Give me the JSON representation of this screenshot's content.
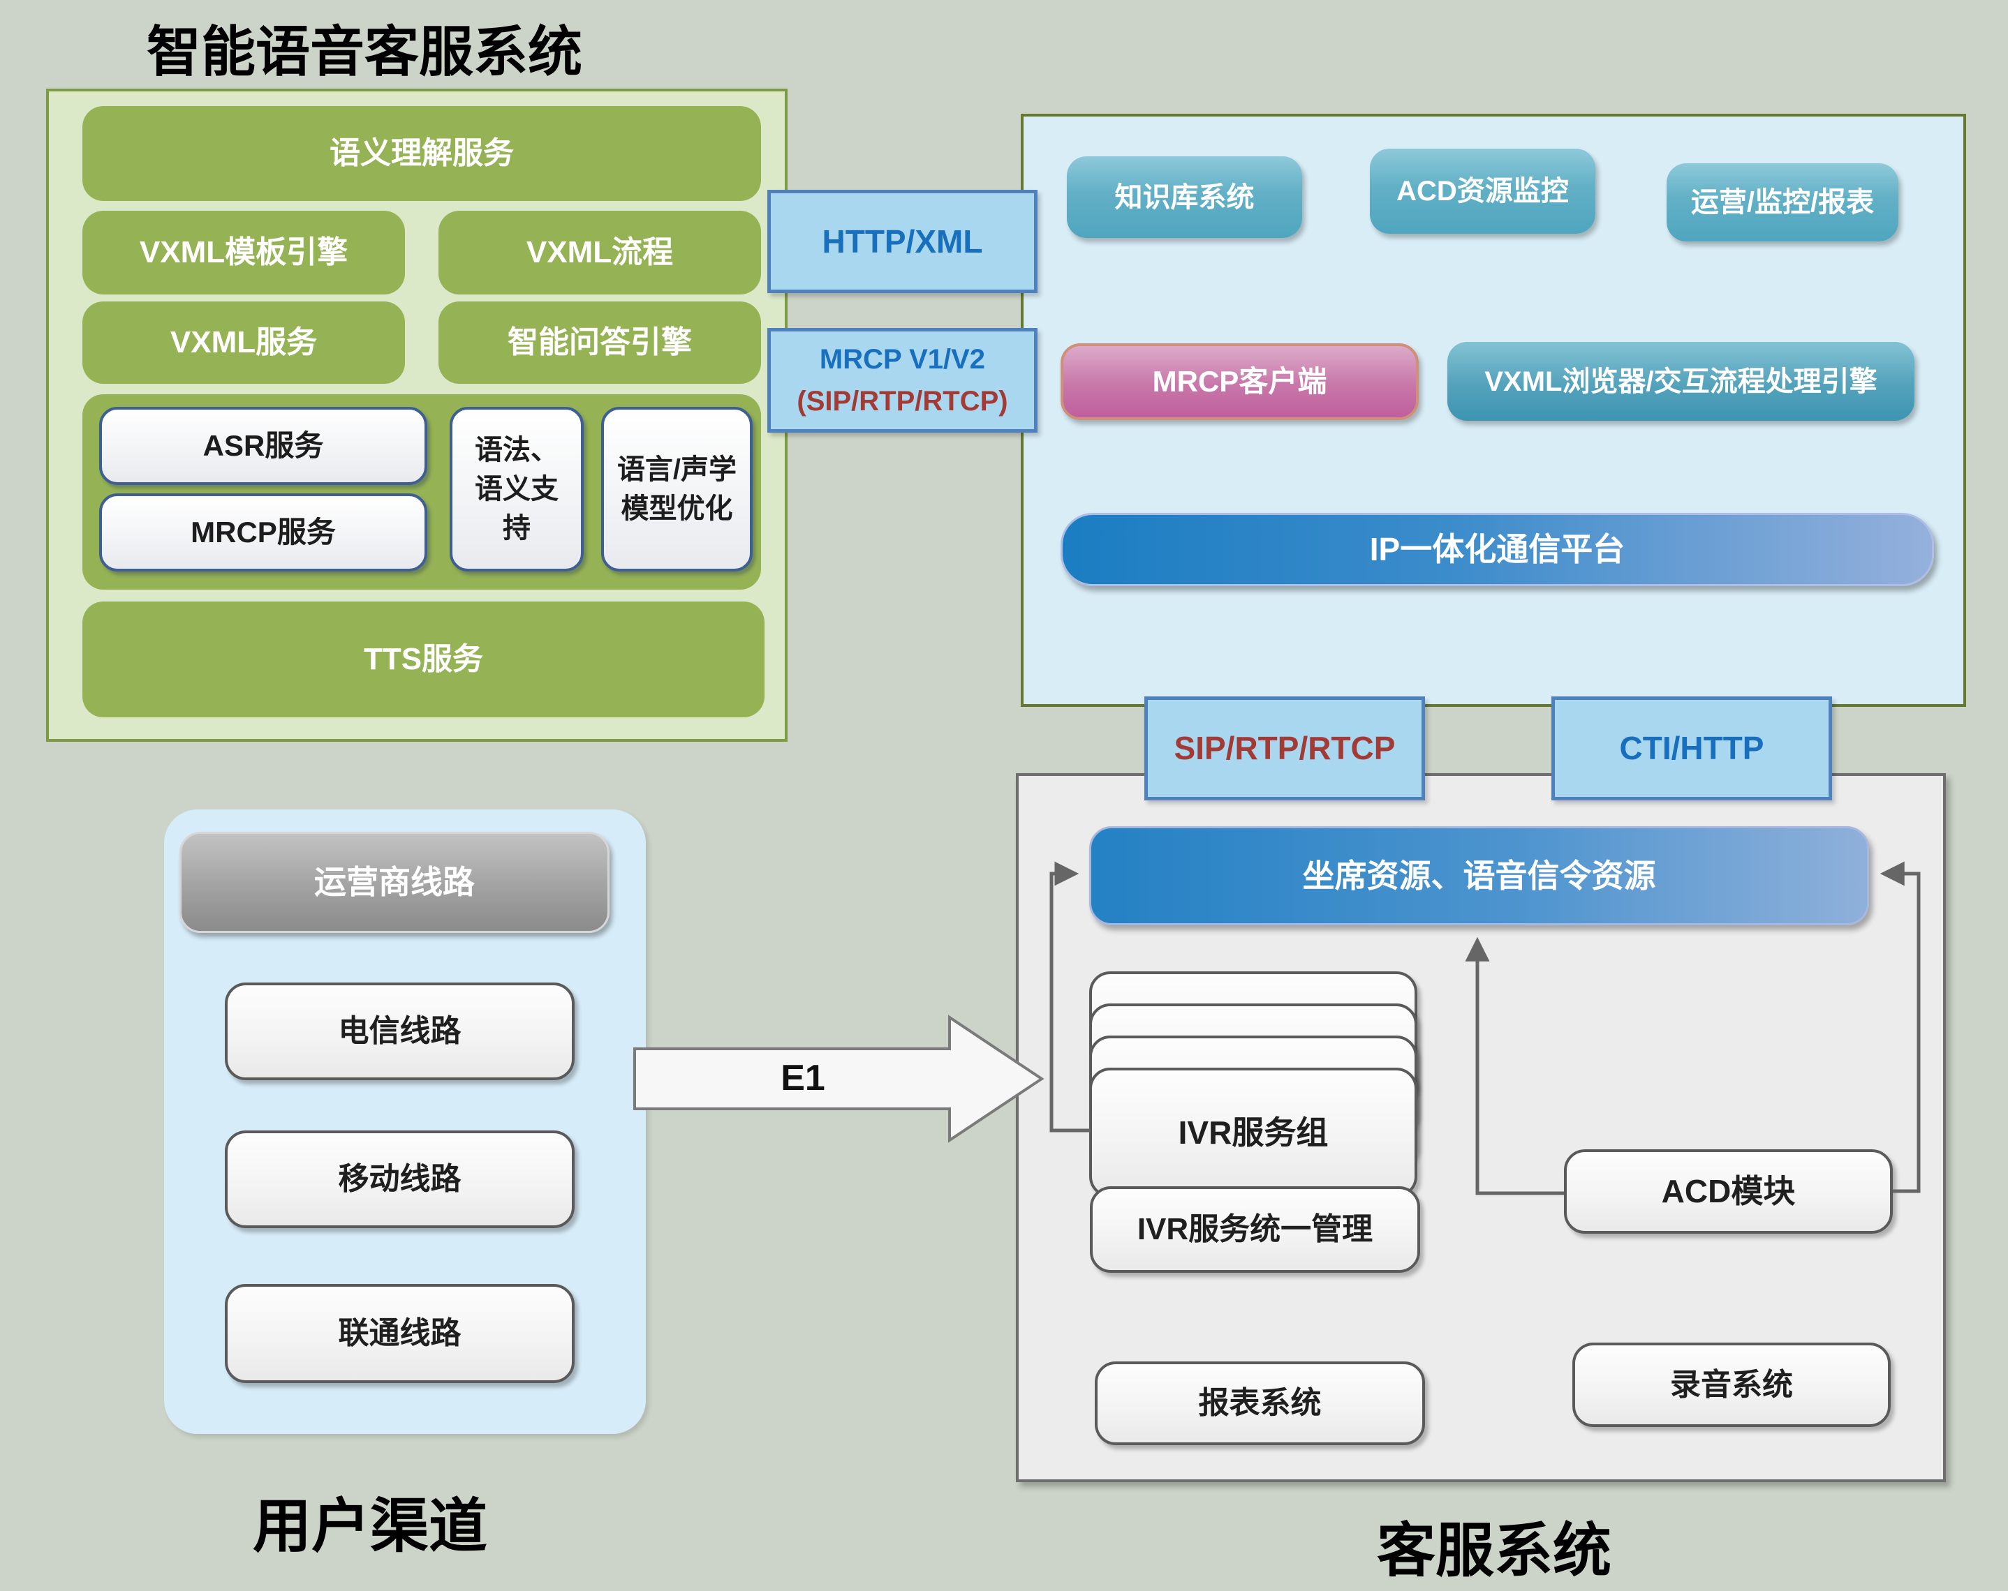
{
  "voice_system": {
    "title": "智能语音客服系统",
    "semantic": "语义理解服务",
    "vxml_template": "VXML模板引擎",
    "vxml_flow": "VXML流程",
    "vxml_service": "VXML服务",
    "qa_engine": "智能问答引擎",
    "asr": "ASR服务",
    "mrcp": "MRCP服务",
    "grammar": "语法、语义支持",
    "acoustic": "语言/声学模型优化",
    "tts": "TTS服务"
  },
  "connectors": {
    "http_xml": "HTTP/XML",
    "mrcp_line1": "MRCP V1/V2",
    "mrcp_line2": "(SIP/RTP/RTCP)",
    "sip_rtp": "SIP/RTP/RTCP",
    "cti_http": "CTI/HTTP",
    "e1": "E1"
  },
  "platform": {
    "knowledge": "知识库系统",
    "acd_monitor": "ACD资源监控",
    "ops_report": "运营/监控/报表",
    "mrcp_client": "MRCP客户端",
    "vxml_browser": "VXML浏览器/交互流程处理引擎",
    "ip_platform": "IP一体化通信平台"
  },
  "user_channel": {
    "label": "用户渠道",
    "carrier": "运营商线路",
    "telecom": "电信线路",
    "mobile": "移动线路",
    "unicom": "联通线路"
  },
  "service_system": {
    "label": "客服系统",
    "seat_bar": "坐席资源、语音信令资源",
    "ivr_group": "IVR服务组",
    "ivr_mgmt": "IVR服务统一管理",
    "acd_module": "ACD模块",
    "report": "报表系统",
    "recording": "录音系统"
  },
  "colors": {
    "background": "#ccd4c9",
    "green_panel": "#dbe9c8",
    "green_box": "#95b254",
    "blue_panel": "#d9edf6",
    "teal_box": "#4fa6bf",
    "pink_box": "#bf5f9d",
    "connector_blue_fill": "#a9d7ef",
    "blue_text": "#176fbd",
    "red_text": "#a23b35",
    "ip_bar_gradient_start": "#1b7dc2",
    "ip_bar_gradient_end": "#95b0dc",
    "gray_panel": "#ececec",
    "line_gray": "#666666"
  }
}
